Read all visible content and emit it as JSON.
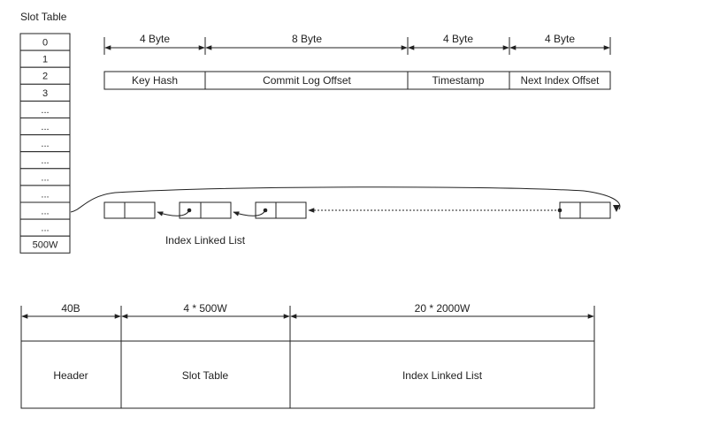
{
  "slot_table": {
    "title": "Slot Table",
    "rows": [
      "0",
      "1",
      "2",
      "3",
      "...",
      "...",
      "...",
      "...",
      "...",
      "...",
      "...",
      "...",
      "500W"
    ]
  },
  "index_entry": {
    "fields": [
      {
        "size": "4 Byte",
        "name": "Key Hash"
      },
      {
        "size": "8 Byte",
        "name": "Commit Log Offset"
      },
      {
        "size": "4 Byte",
        "name": "Timestamp"
      },
      {
        "size": "4 Byte",
        "name": "Next Index Offset"
      }
    ]
  },
  "linked_list": {
    "label": "Index Linked List"
  },
  "file_layout": {
    "sections": [
      {
        "size": "40B",
        "name": "Header"
      },
      {
        "size": "4 * 500W",
        "name": "Slot Table"
      },
      {
        "size": "20 * 2000W",
        "name": "Index Linked List"
      }
    ]
  }
}
